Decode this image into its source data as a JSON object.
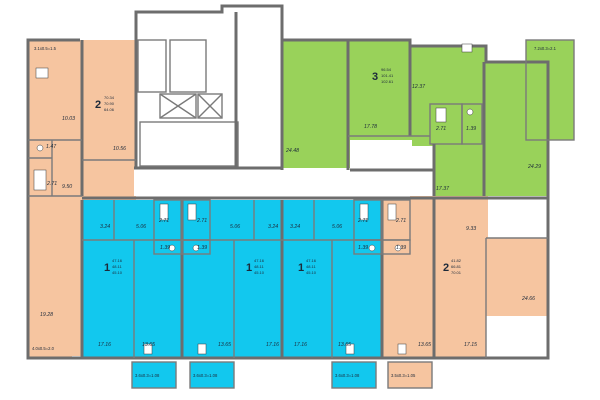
{
  "colors": {
    "orange": "#f6c5a0",
    "green": "#99d25a",
    "blue": "#12c8ee",
    "wall": "#6d6d6d",
    "background": "#ffffff"
  },
  "apartments": [
    {
      "rooms": "2",
      "areas": [
        "70.34",
        "70.90",
        "64.06"
      ],
      "color": "orange"
    },
    {
      "rooms": "3",
      "areas": [
        "96.54",
        "101.41",
        "102.61"
      ],
      "color": "green"
    },
    {
      "rooms": "1",
      "areas": [
        "47.16",
        "48.11",
        "45.10"
      ],
      "color": "blue"
    },
    {
      "rooms": "1",
      "areas": [
        "47.16",
        "48.11",
        "45.10"
      ],
      "color": "blue"
    },
    {
      "rooms": "1",
      "areas": [
        "47.16",
        "48.11",
        "45.10"
      ],
      "color": "blue"
    },
    {
      "rooms": "2",
      "areas": [
        "41.82",
        "66.81",
        "70.01"
      ],
      "color": "orange"
    }
  ],
  "balconies": {
    "top_left": "3.1x0.5=1.5",
    "top_right": "7.2x0.3=2.1",
    "bottom_left": "4.0x0.5=2.0",
    "bottom_1": "3.6x0.3=1.08",
    "bottom_2": "3.6x0.3=1.08",
    "bottom_3": "3.6x0.3=1.08",
    "bottom_4": "3.5x0.3=1.05"
  },
  "room_areas": {
    "l_top_room": "10.03",
    "l_wc": "1.47",
    "l_bath": "2.71",
    "l_hall": "9.50",
    "l_kitchen": "10.56",
    "l_big_room": "19.28",
    "g_room_left": "24.48",
    "g_room_mid": "17.78",
    "g_room_right": "12.37",
    "g_bath": "2.71",
    "g_wc": "1.39",
    "g_living": "24.29",
    "g_hall": "17.37",
    "b1_a": "3.24",
    "b1_b": "5.06",
    "b1_bath": "2.71",
    "b1_wc": "1.39",
    "b1_room": "17.16",
    "b1_kitchen": "13.65",
    "b2_bath": "2.71",
    "b2_a": "5.06",
    "b2_b": "3.24",
    "b2_wc": "1.39",
    "b2_room": "17.16",
    "b2_kitchen": "13.65",
    "b3_a": "3.24",
    "b3_b": "5.06",
    "b3_bath": "2.71",
    "b3_wc": "1.39",
    "b3_room": "17.16",
    "b3_kitchen": "13.65",
    "r_bath": "2.71",
    "r_wc": "1.39",
    "r_hall": "9.33",
    "r_room": "24.66",
    "r_kitchen": "13.65",
    "r_room2": "17.15"
  }
}
